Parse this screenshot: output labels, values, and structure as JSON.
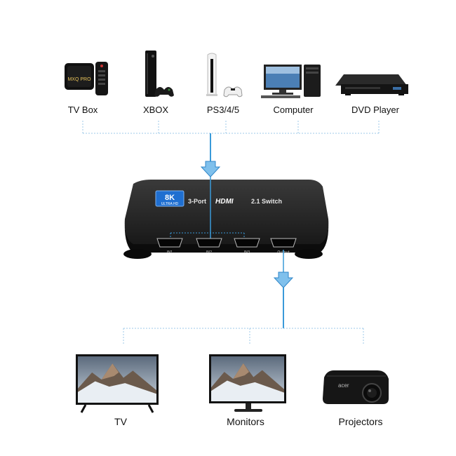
{
  "sources": [
    {
      "label": "TV Box",
      "icon": "tv-box-icon"
    },
    {
      "label": "XBOX",
      "icon": "xbox-console-icon"
    },
    {
      "label": "PS3/4/5",
      "icon": "playstation-console-icon"
    },
    {
      "label": "Computer",
      "icon": "desktop-computer-icon"
    },
    {
      "label": "DVD Player",
      "icon": "dvd-player-icon"
    }
  ],
  "switch": {
    "badge_top": "8K",
    "badge_bottom": "ULTRA HD",
    "title_prefix": "3-Port",
    "title_logo": "HDMI",
    "title_suffix": "2.1 Switch",
    "ports": [
      "IN1",
      "IN2",
      "IN3",
      "Output"
    ]
  },
  "outputs": [
    {
      "label": "TV",
      "icon": "tv-icon"
    },
    {
      "label": "Monitors",
      "icon": "monitor-icon"
    },
    {
      "label": "Projectors",
      "icon": "projector-icon"
    }
  ],
  "colors": {
    "accent": "#3a9ad9",
    "connector": "#9cc9e8",
    "device": "#1e1e1e",
    "badge": "#1f6fd1"
  }
}
